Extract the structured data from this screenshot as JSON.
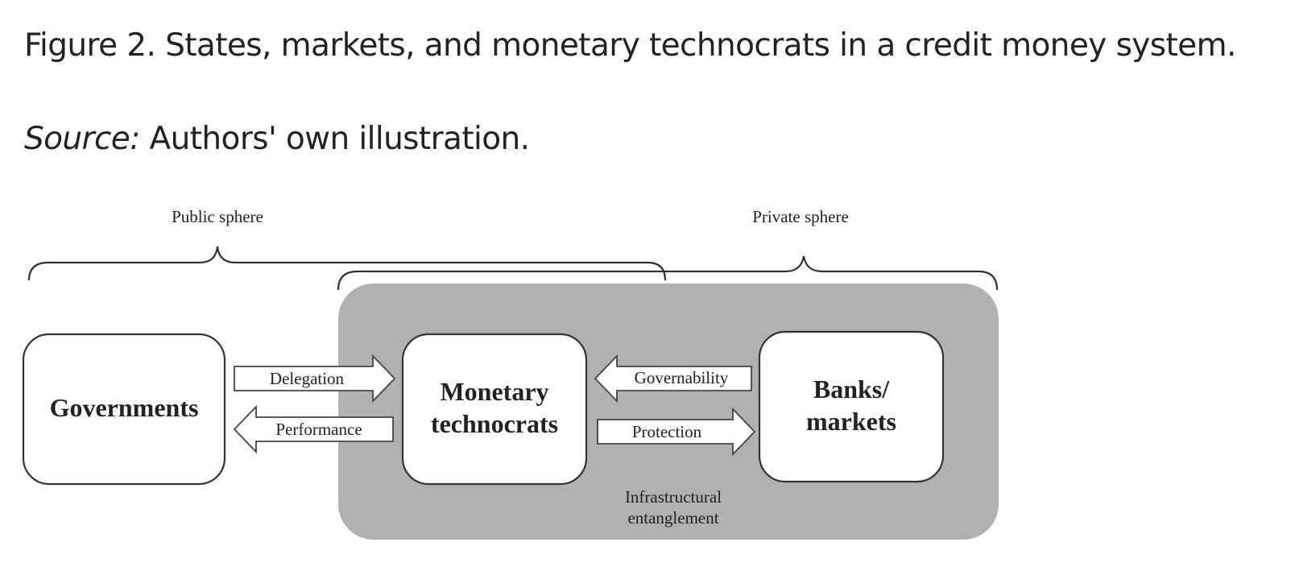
{
  "caption": {
    "title": "Figure 2. States, markets, and monetary technocrats in a credit money system.",
    "source_label": "Source:",
    "source_text": " Authors' own illustration."
  },
  "diagram": {
    "spheres": {
      "public": "Public sphere",
      "private": "Private sphere"
    },
    "nodes": {
      "governments": "Governments",
      "technocrats": [
        "Monetary",
        "technocrats"
      ],
      "banks": [
        "Banks/",
        "markets"
      ]
    },
    "arrows": {
      "delegation": "Delegation",
      "performance": "Performance",
      "governability": "Governability",
      "protection": "Protection"
    },
    "region": {
      "label": [
        "Infrastructural",
        "entanglement"
      ]
    },
    "colors": {
      "region_fill": "#b1b1b1",
      "stroke": "#333333",
      "box_fill": "#ffffff"
    }
  }
}
